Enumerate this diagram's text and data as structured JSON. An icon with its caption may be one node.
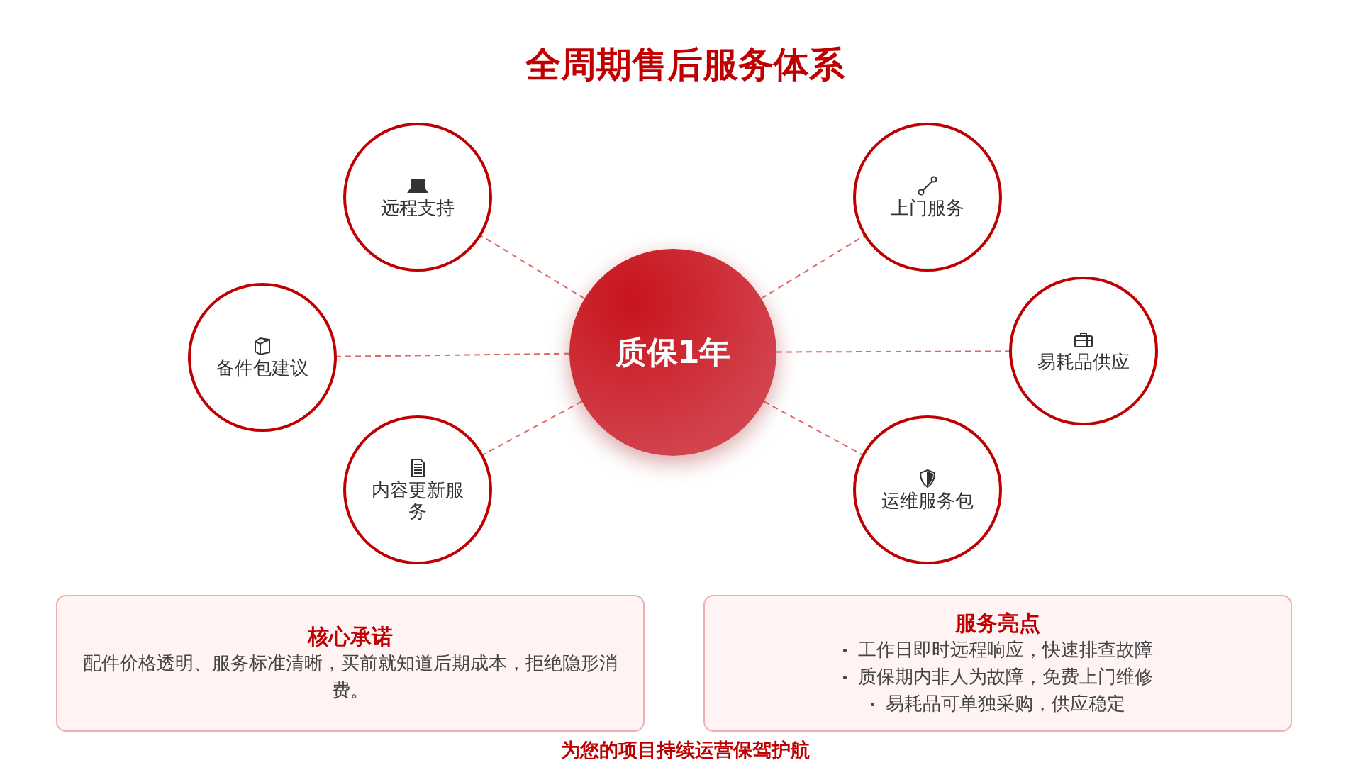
{
  "diagram": {
    "title": "全周期售后服务体系",
    "nodes": [
      {
        "text": [
          "质保1年"
        ]
      },
      {
        "text": [
          "远程支持"
        ]
      },
      {
        "text": [
          "上门服务"
        ]
      },
      {
        "text": [
          "备件包建议"
        ]
      },
      {
        "text": [
          "易耗品供应"
        ]
      },
      {
        "text": [
          "内容更新服务"
        ]
      },
      {
        "text": [
          "运维服务包"
        ]
      },
      {
        "text": [
          "核心承诺",
          "配件价格透明、服务标准清晰，买前就知道后期成本，拒绝隐形消费。"
        ]
      },
      {
        "text": [
          "服务亮点",
          "工作日即时远程响应，快速排查故障",
          "质保期内非人为故障，免费上门维修",
          "易耗品可单独采购，供应稳定"
        ]
      }
    ],
    "edges": [
      {
        "from": 0,
        "to": 1,
        "arrow": "none",
        "style": "dashed"
      },
      {
        "from": 0,
        "to": 2,
        "arrow": "none",
        "style": "dashed"
      },
      {
        "from": 0,
        "to": 3,
        "arrow": "none",
        "style": "dashed"
      },
      {
        "from": 0,
        "to": 4,
        "arrow": "none",
        "style": "dashed"
      },
      {
        "from": 0,
        "to": 5,
        "arrow": "none",
        "style": "dashed"
      },
      {
        "from": 0,
        "to": 6,
        "arrow": "none",
        "style": "dashed"
      }
    ],
    "labels": [
      "为您的项目持续运营保驾护航"
    ]
  }
}
